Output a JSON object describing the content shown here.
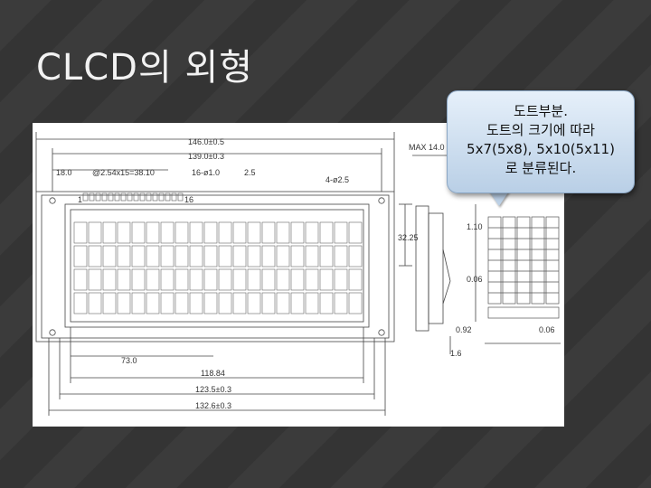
{
  "slide": {
    "title": "CLCD의 외형"
  },
  "callout": {
    "lines": [
      "도트부분.",
      "도트의 크기에 따라",
      "5x7(5x8), 5x10(5x11)",
      "로 분류된다."
    ]
  },
  "drawing": {
    "top_dims": [
      "146.0±0.5",
      "139.0±0.3",
      "18.0",
      "@2.54x15=38.10",
      "16-ø1.0",
      "2.5",
      "4-ø2.5"
    ],
    "side_dims": [
      "32.25",
      "MAX 14.0"
    ],
    "pin_labels": [
      "1",
      "16"
    ],
    "bottom_dims": [
      "73.0",
      "118.84",
      "123.5±0.3",
      "132.6±0.3"
    ],
    "dot_dims": [
      "1.10",
      "0.06",
      "0.92",
      "0.06",
      "1.6"
    ]
  }
}
